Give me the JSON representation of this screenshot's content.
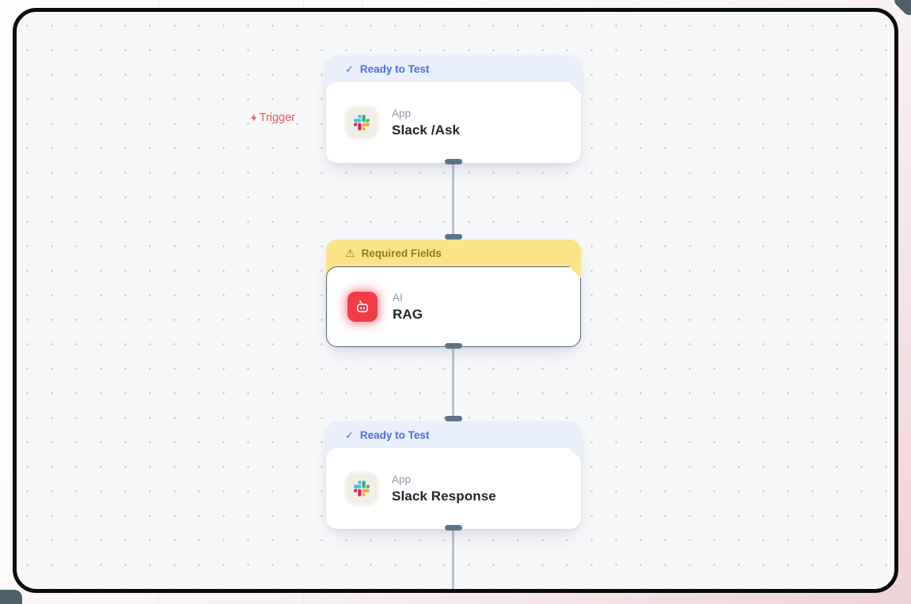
{
  "canvas": {
    "trigger_label": "Trigger"
  },
  "glyphs": {
    "check": "✓",
    "warning": "⚠"
  },
  "nodes": [
    {
      "status": "Ready to Test",
      "category": "App",
      "title": "Slack /Ask",
      "icon": "slack-icon",
      "status_icon": "check-icon",
      "selected": false
    },
    {
      "status": "Required Fields",
      "category": "AI",
      "title": "RAG",
      "icon": "robot-icon",
      "status_icon": "warning-icon",
      "selected": true
    },
    {
      "status": "Ready to Test",
      "category": "App",
      "title": "Slack Response",
      "icon": "slack-icon",
      "status_icon": "check-icon",
      "selected": false
    }
  ],
  "colors": {
    "status_ready_bg": "#e9effb",
    "status_ready_text": "#4b70d8",
    "status_warning_bg": "#fbe389",
    "status_warning_text": "#96781f",
    "trigger_text": "#f25555",
    "rag_icon_bg": "#f03c47",
    "selected_border": "#52647f",
    "connector_line": "#b7c3d3",
    "connector_port": "#5d7389",
    "canvas_bg": "#f7f8fa",
    "frame_border": "#0c0d10",
    "slack_blue": "#36C5F0",
    "slack_green": "#2EB67D",
    "slack_red": "#E01E5A",
    "slack_yellow": "#ECB22C"
  }
}
